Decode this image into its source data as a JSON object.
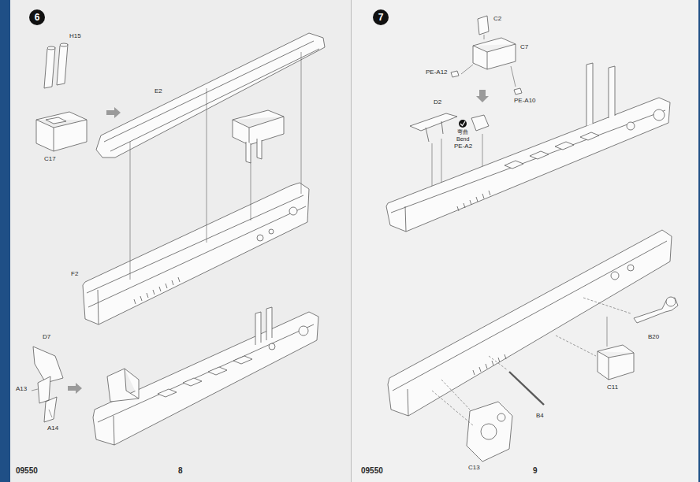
{
  "diagram": {
    "nodes": [
      {
        "text": [
          "6"
        ]
      },
      {
        "text": [
          "7"
        ]
      }
    ],
    "labels": [
      "H15",
      "E2",
      "C17",
      "F2",
      "D7",
      "A13",
      "A14",
      "09550",
      "8",
      "C2",
      "C7",
      "PE-A12",
      "PE-A10",
      "D2",
      "弯曲",
      "Bend",
      "PE-A2",
      "B20",
      "C11",
      "B4",
      "C13",
      "09550",
      "9"
    ]
  }
}
